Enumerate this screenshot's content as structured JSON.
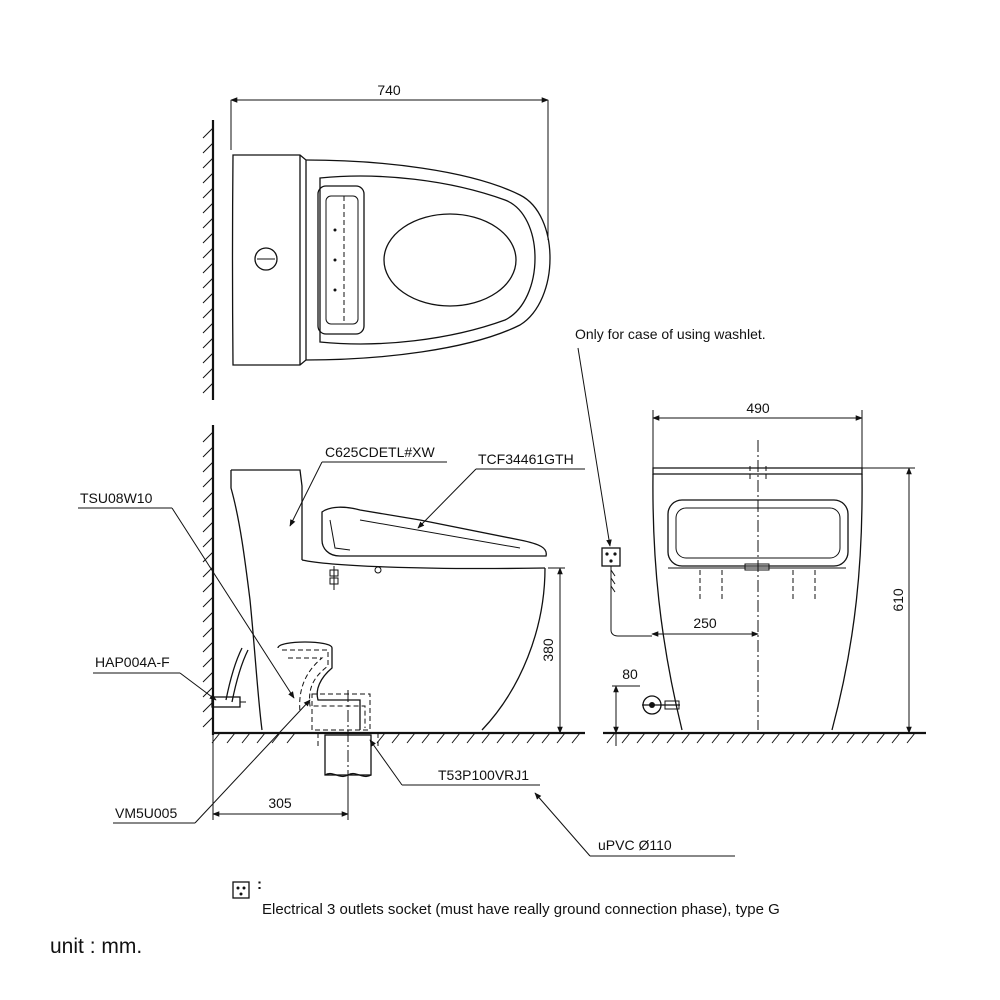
{
  "dimensions": {
    "top_width": "740",
    "front_width": "490",
    "front_height": "610",
    "seat_height": "380",
    "rough_in": "305",
    "supply_offset": "250",
    "supply_height": "80"
  },
  "labels": {
    "seat_model": "C625CDETL#XW",
    "washlet_model": "TCF34461GTH",
    "flush_valve": "TSU08W10",
    "angle_valve": "HAP004A-F",
    "flange": "VM5U005",
    "drain_adapter": "T53P100VRJ1",
    "drain_pipe": "uPVC Ø110",
    "washlet_note": "Only for case of using washlet."
  },
  "legend": {
    "symbol_suffix": ":",
    "socket_note": "Electrical 3 outlets socket (must have really ground connection phase), type G",
    "socket_icon": "electrical-socket-icon"
  },
  "unit": "unit : mm."
}
